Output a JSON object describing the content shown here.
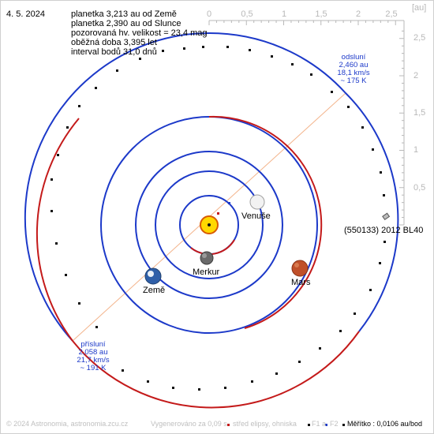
{
  "date": "4. 5. 2024",
  "info_lines": [
    "planetka 3,213 au od Země",
    "planetka 2,390 au od Slunce",
    "pozorovaná hv. velikost = 23,4 mag",
    "oběžná doba 3,395 let",
    "interval bodů 31,0 dnů"
  ],
  "axis": {
    "unit": "[au]",
    "x_ticks": [
      "0",
      "0,5",
      "1",
      "1,5",
      "2",
      "2,5"
    ],
    "y_ticks": [
      "2,5",
      "2",
      "1,5",
      "1",
      "0,5"
    ]
  },
  "aphelion": {
    "title": "odsluní",
    "distance": "2,460 au",
    "speed": "18,1 km/s",
    "temperature": "~ 175 K"
  },
  "perihelion": {
    "title": "přísluní",
    "distance": "2,058 au",
    "speed": "21,7 km/s",
    "temperature": "~ 191 K"
  },
  "labels": {
    "venus": "Venuše",
    "mercury": "Merkur",
    "mars": "Mars",
    "earth": "Země",
    "asteroid": "(550133) 2012 BL40"
  },
  "footer": {
    "copyright": "© 2024 Astronomia, astronomia.zcu.cz",
    "generated": "Vygenerováno za 0,09 s",
    "legend_center": "střed elipsy, ohniska",
    "f1": "F1 a",
    "f2": "F2",
    "scale": "Měřítko : 0,0106 au/bod"
  },
  "colors": {
    "orbit_blue": "#1c39c9",
    "orbit_red": "#c41a1a",
    "apsis_line": "#f3b48c",
    "axis_grey": "#b8b8b8",
    "sun": "#ffd800"
  }
}
